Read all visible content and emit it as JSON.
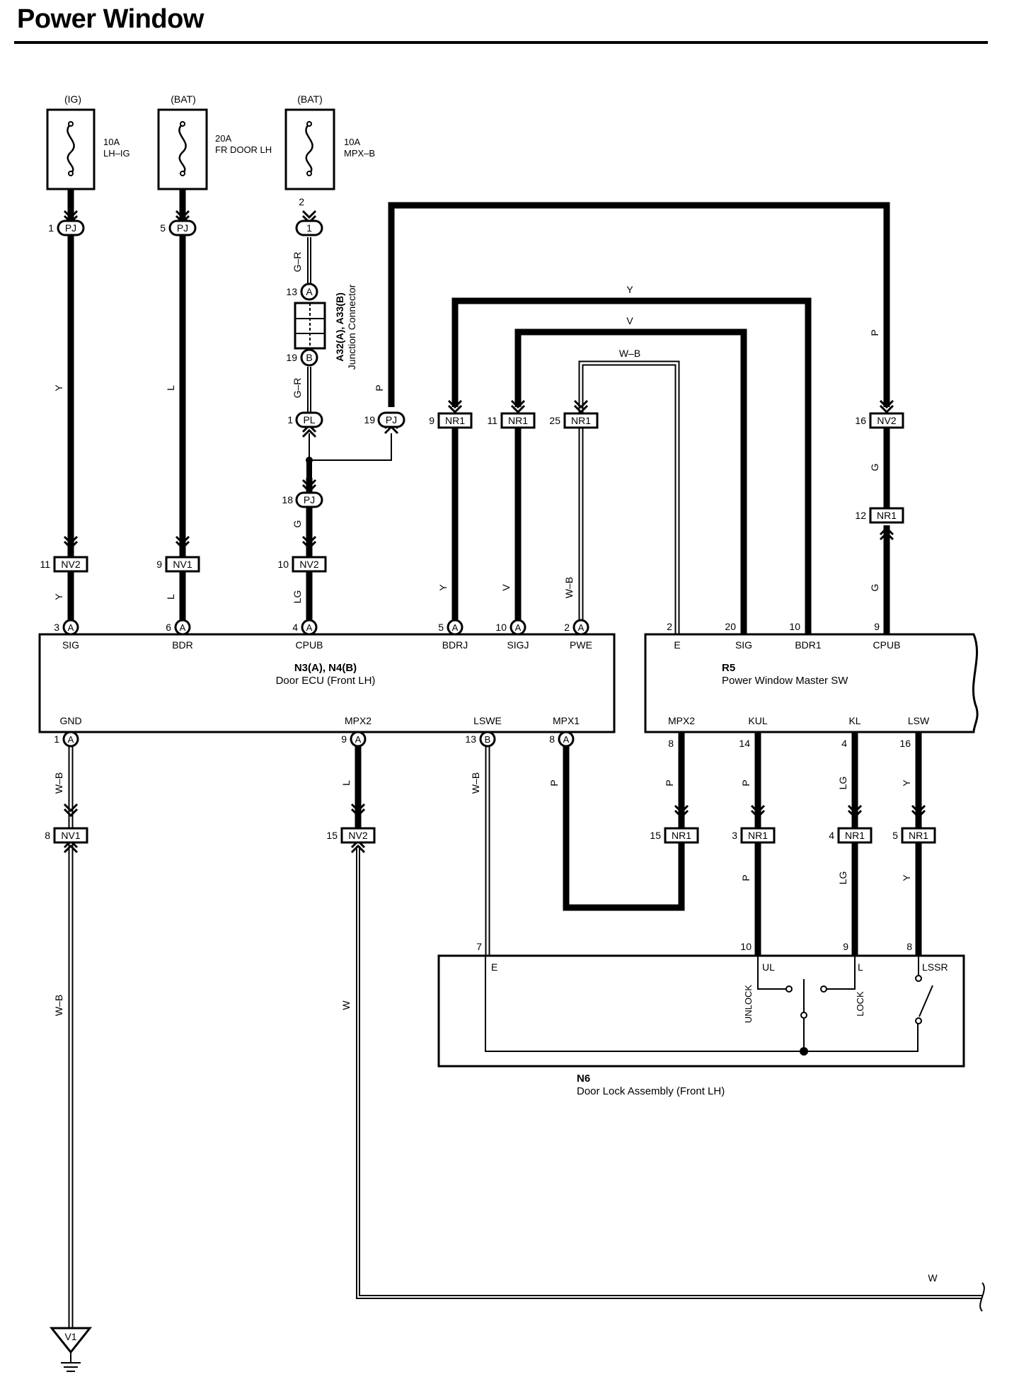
{
  "title": "Power Window",
  "fuses": [
    {
      "source": "(IG)",
      "rating": "10A",
      "name": "LH–IG"
    },
    {
      "source": "(BAT)",
      "rating": "20A",
      "name": "FR DOOR LH"
    },
    {
      "source": "(BAT)",
      "rating": "10A",
      "name": "MPX–B"
    }
  ],
  "junction_connector": {
    "ref": "A32(A), A33(B)",
    "name": "Junction Connector"
  },
  "door_ecu": {
    "ref": "N3(A), N4(B)",
    "name": "Door ECU (Front LH)",
    "top_pins": [
      {
        "num": "3",
        "conn": "A",
        "name": "SIG"
      },
      {
        "num": "6",
        "conn": "A",
        "name": "BDR"
      },
      {
        "num": "4",
        "conn": "A",
        "name": "CPUB"
      },
      {
        "num": "5",
        "conn": "A",
        "name": "BDRJ"
      },
      {
        "num": "10",
        "conn": "A",
        "name": "SIGJ"
      },
      {
        "num": "2",
        "conn": "A",
        "name": "PWE"
      }
    ],
    "bottom_pins": [
      {
        "num": "1",
        "conn": "A",
        "name": "GND"
      },
      {
        "num": "9",
        "conn": "A",
        "name": "MPX2"
      },
      {
        "num": "13",
        "conn": "B",
        "name": "LSWE"
      },
      {
        "num": "8",
        "conn": "A",
        "name": "MPX1"
      }
    ]
  },
  "master_sw": {
    "ref": "R5",
    "name": "Power Window Master SW",
    "top_pins": [
      {
        "num": "2",
        "name": "E"
      },
      {
        "num": "20",
        "name": "SIG"
      },
      {
        "num": "10",
        "name": "BDR1"
      },
      {
        "num": "9",
        "name": "CPUB"
      }
    ],
    "bottom_pins": [
      {
        "num": "8",
        "name": "MPX2"
      },
      {
        "num": "14",
        "name": "KUL"
      },
      {
        "num": "4",
        "name": "KL"
      },
      {
        "num": "16",
        "name": "LSW"
      }
    ]
  },
  "door_lock": {
    "ref": "N6",
    "name": "Door Lock Assembly (Front LH)",
    "pins": [
      {
        "num": "7",
        "name": "E"
      },
      {
        "num": "10",
        "name": "UL"
      },
      {
        "num": "9",
        "name": "L"
      },
      {
        "num": "8",
        "name": "LSSR"
      }
    ],
    "switch_labels": [
      "UNLOCK",
      "LOCK"
    ]
  },
  "connectors": {
    "pj1": {
      "num": "1",
      "label": "PJ"
    },
    "pj5": {
      "num": "5",
      "label": "PJ"
    },
    "jc1": {
      "num": "2",
      "label": "1"
    },
    "a13": {
      "num": "13",
      "label": "A"
    },
    "b19": {
      "num": "19",
      "label": "B"
    },
    "pl1": {
      "num": "1",
      "label": "PL"
    },
    "pj19": {
      "num": "19",
      "label": "PJ"
    },
    "pj18": {
      "num": "18",
      "label": "PJ"
    },
    "nr1_9": {
      "num": "9",
      "label": "NR1"
    },
    "nr1_11": {
      "num": "11",
      "label": "NR1"
    },
    "nr1_25": {
      "num": "25",
      "label": "NR1"
    },
    "nv2_16": {
      "num": "16",
      "label": "NV2"
    },
    "nr1_12": {
      "num": "12",
      "label": "NR1"
    },
    "nv2_11": {
      "num": "11",
      "label": "NV2"
    },
    "nv1_9": {
      "num": "9",
      "label": "NV1"
    },
    "nv2_10": {
      "num": "10",
      "label": "NV2"
    },
    "nv1_8": {
      "num": "8",
      "label": "NV1"
    },
    "nv2_15": {
      "num": "15",
      "label": "NV2"
    },
    "nr1_15": {
      "num": "15",
      "label": "NR1"
    },
    "nr1_3": {
      "num": "3",
      "label": "NR1"
    },
    "nr1_4": {
      "num": "4",
      "label": "NR1"
    },
    "nr1_5": {
      "num": "5",
      "label": "NR1"
    }
  },
  "wire_colors": {
    "y": "Y",
    "l": "L",
    "gr": "G–R",
    "g": "G",
    "lg": "LG",
    "p": "P",
    "v": "V",
    "wb": "W–B",
    "w": "W"
  },
  "ground": "V1"
}
